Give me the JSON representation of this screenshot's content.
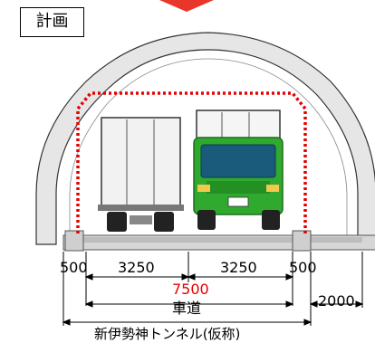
{
  "plan_label": "計画",
  "dimensions": {
    "left_margin": "500",
    "left_lane": "3250",
    "right_lane": "3250",
    "right_margin": "500",
    "roadway_width": "7500",
    "roadway_label": "車道",
    "sidewalk": "2000",
    "tunnel_name": "新伊勢神トンネル(仮称)"
  },
  "colors": {
    "arrow": "#e8362b",
    "clearance_dots": "#e60000",
    "green_truck": "#2faa2f",
    "box_truck": "#f2f2f2",
    "lining": "#e6e6e6"
  }
}
